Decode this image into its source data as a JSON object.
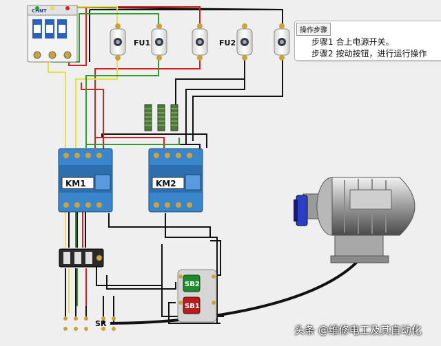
{
  "panel": {
    "tab_label": "操作步骤",
    "steps": [
      "步骤1  合上电源开关。",
      "步骤2  按动按钮，进行运行操作"
    ]
  },
  "labels": {
    "fu1": "FU1",
    "fu2": "FU2",
    "km1": "KM1",
    "km2": "KM2",
    "sb1": "SB1",
    "sb2": "SB2",
    "sr": "SR",
    "breaker_brand": "CHNT"
  },
  "watermark": "头条 @维修电工及其自动化",
  "colors": {
    "background": "#efefef",
    "wire_black": "#111111",
    "wire_red": "#d42020",
    "wire_yellow": "#e8e040",
    "wire_green": "#2aa02a",
    "contactor_blue": "#2f7fc4",
    "sb2_green": "#1e8a2e",
    "sb1_red": "#b51e1e"
  }
}
